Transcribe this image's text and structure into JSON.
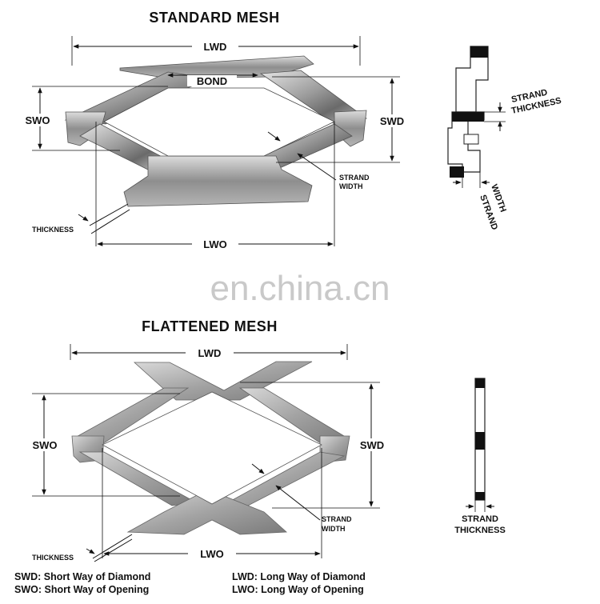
{
  "titles": {
    "standard": "STANDARD MESH",
    "flattened": "FLATTENED MESH"
  },
  "labels": {
    "lwd": "LWD",
    "lwo": "LWO",
    "swd": "SWD",
    "swo": "SWO",
    "bond": "BOND",
    "strand_width_1": "STRAND",
    "strand_width_2": "WIDTH",
    "thickness": "THICKNESS",
    "strand_thickness_1": "STRAND",
    "strand_thickness_2": "THICKNESS",
    "strand_width_vertical_1": "STRAND",
    "strand_width_vertical_2": "WIDTH"
  },
  "watermark": "en.china.cn",
  "legend": {
    "swd": "SWD: Short Way of Diamond",
    "swo": "SWO: Short Way of Opening",
    "lwd": "LWD: Long Way of Diamond",
    "lwo": "LWO: Long Way of Opening"
  }
}
